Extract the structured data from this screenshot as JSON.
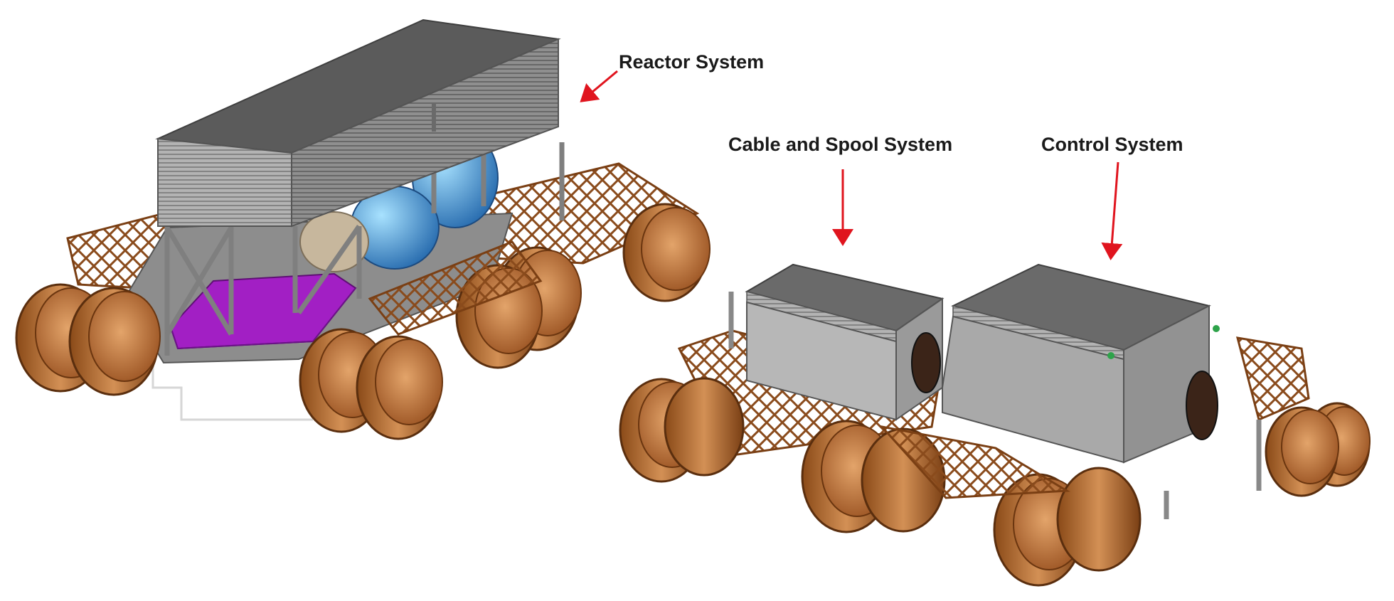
{
  "labels": {
    "reactor": "Reactor System",
    "cable": "Cable and Spool System",
    "control": "Control System"
  },
  "colors": {
    "arrow": "#e0141e",
    "copper": "#c98649",
    "copper_dark": "#7a4418",
    "radiator": "#a9a9a9",
    "radiator_top": "#5b5b5b",
    "box": "#b7b7b7",
    "purple": "#a21fc4",
    "blue": "#3f8fd0"
  }
}
